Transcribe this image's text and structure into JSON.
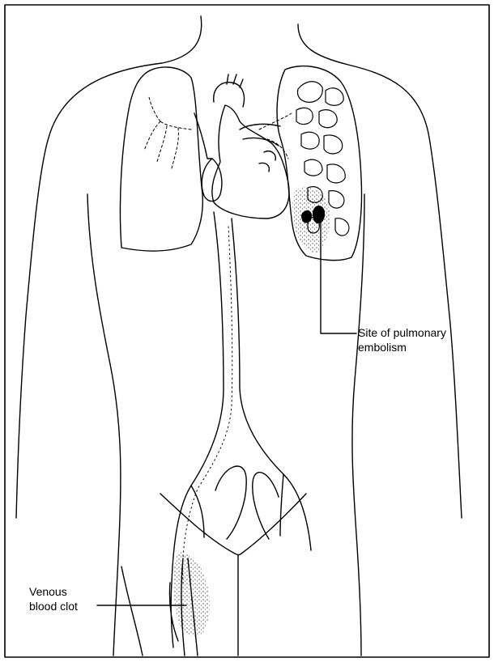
{
  "labels": {
    "embolism_line1": "Site of pulmonary",
    "embolism_line2": "embolism",
    "clot_line1": "Venous",
    "clot_line2": "blood clot"
  },
  "colors": {
    "ink": "#000000",
    "background": "#ffffff",
    "clot_stipple": "#000000"
  }
}
